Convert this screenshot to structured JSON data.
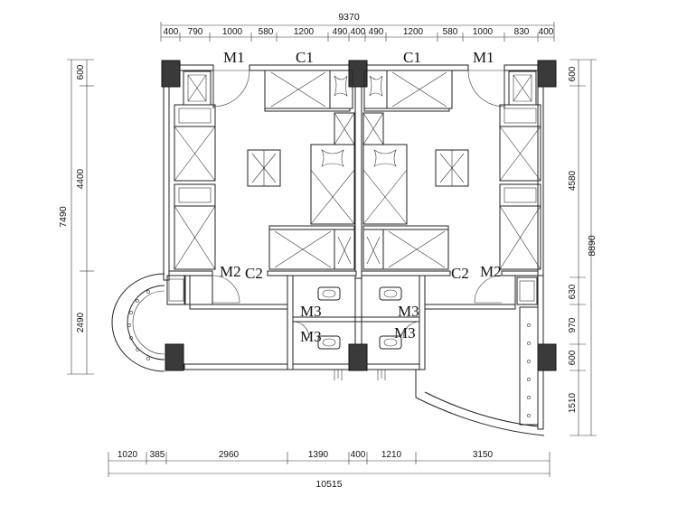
{
  "dimensions": {
    "top_total": "9370",
    "top_segments": [
      "400",
      "790",
      "1000",
      "580",
      "1200",
      "490",
      "400",
      "490",
      "1200",
      "580",
      "1000",
      "830",
      "400"
    ],
    "bottom_segments": [
      "1020",
      "385",
      "2960",
      "1390",
      "400",
      "1210",
      "3150"
    ],
    "bottom_total": "10515",
    "left_total": "7490",
    "left_segments": [
      "600",
      "4400",
      "2490"
    ],
    "right_total": "8890",
    "right_segments": [
      "600",
      "4580",
      "630",
      "970",
      "600",
      "1510"
    ]
  },
  "labels": {
    "m1_left": "M1",
    "c1_left": "C1",
    "c1_right": "C1",
    "m1_right": "M1",
    "m2_left": "M2",
    "c2_left": "C2",
    "c2_right": "C2",
    "m2_right": "M2",
    "m3_a": "M3",
    "m3_b": "M3",
    "m3_c": "M3",
    "m3_d": "M3"
  }
}
